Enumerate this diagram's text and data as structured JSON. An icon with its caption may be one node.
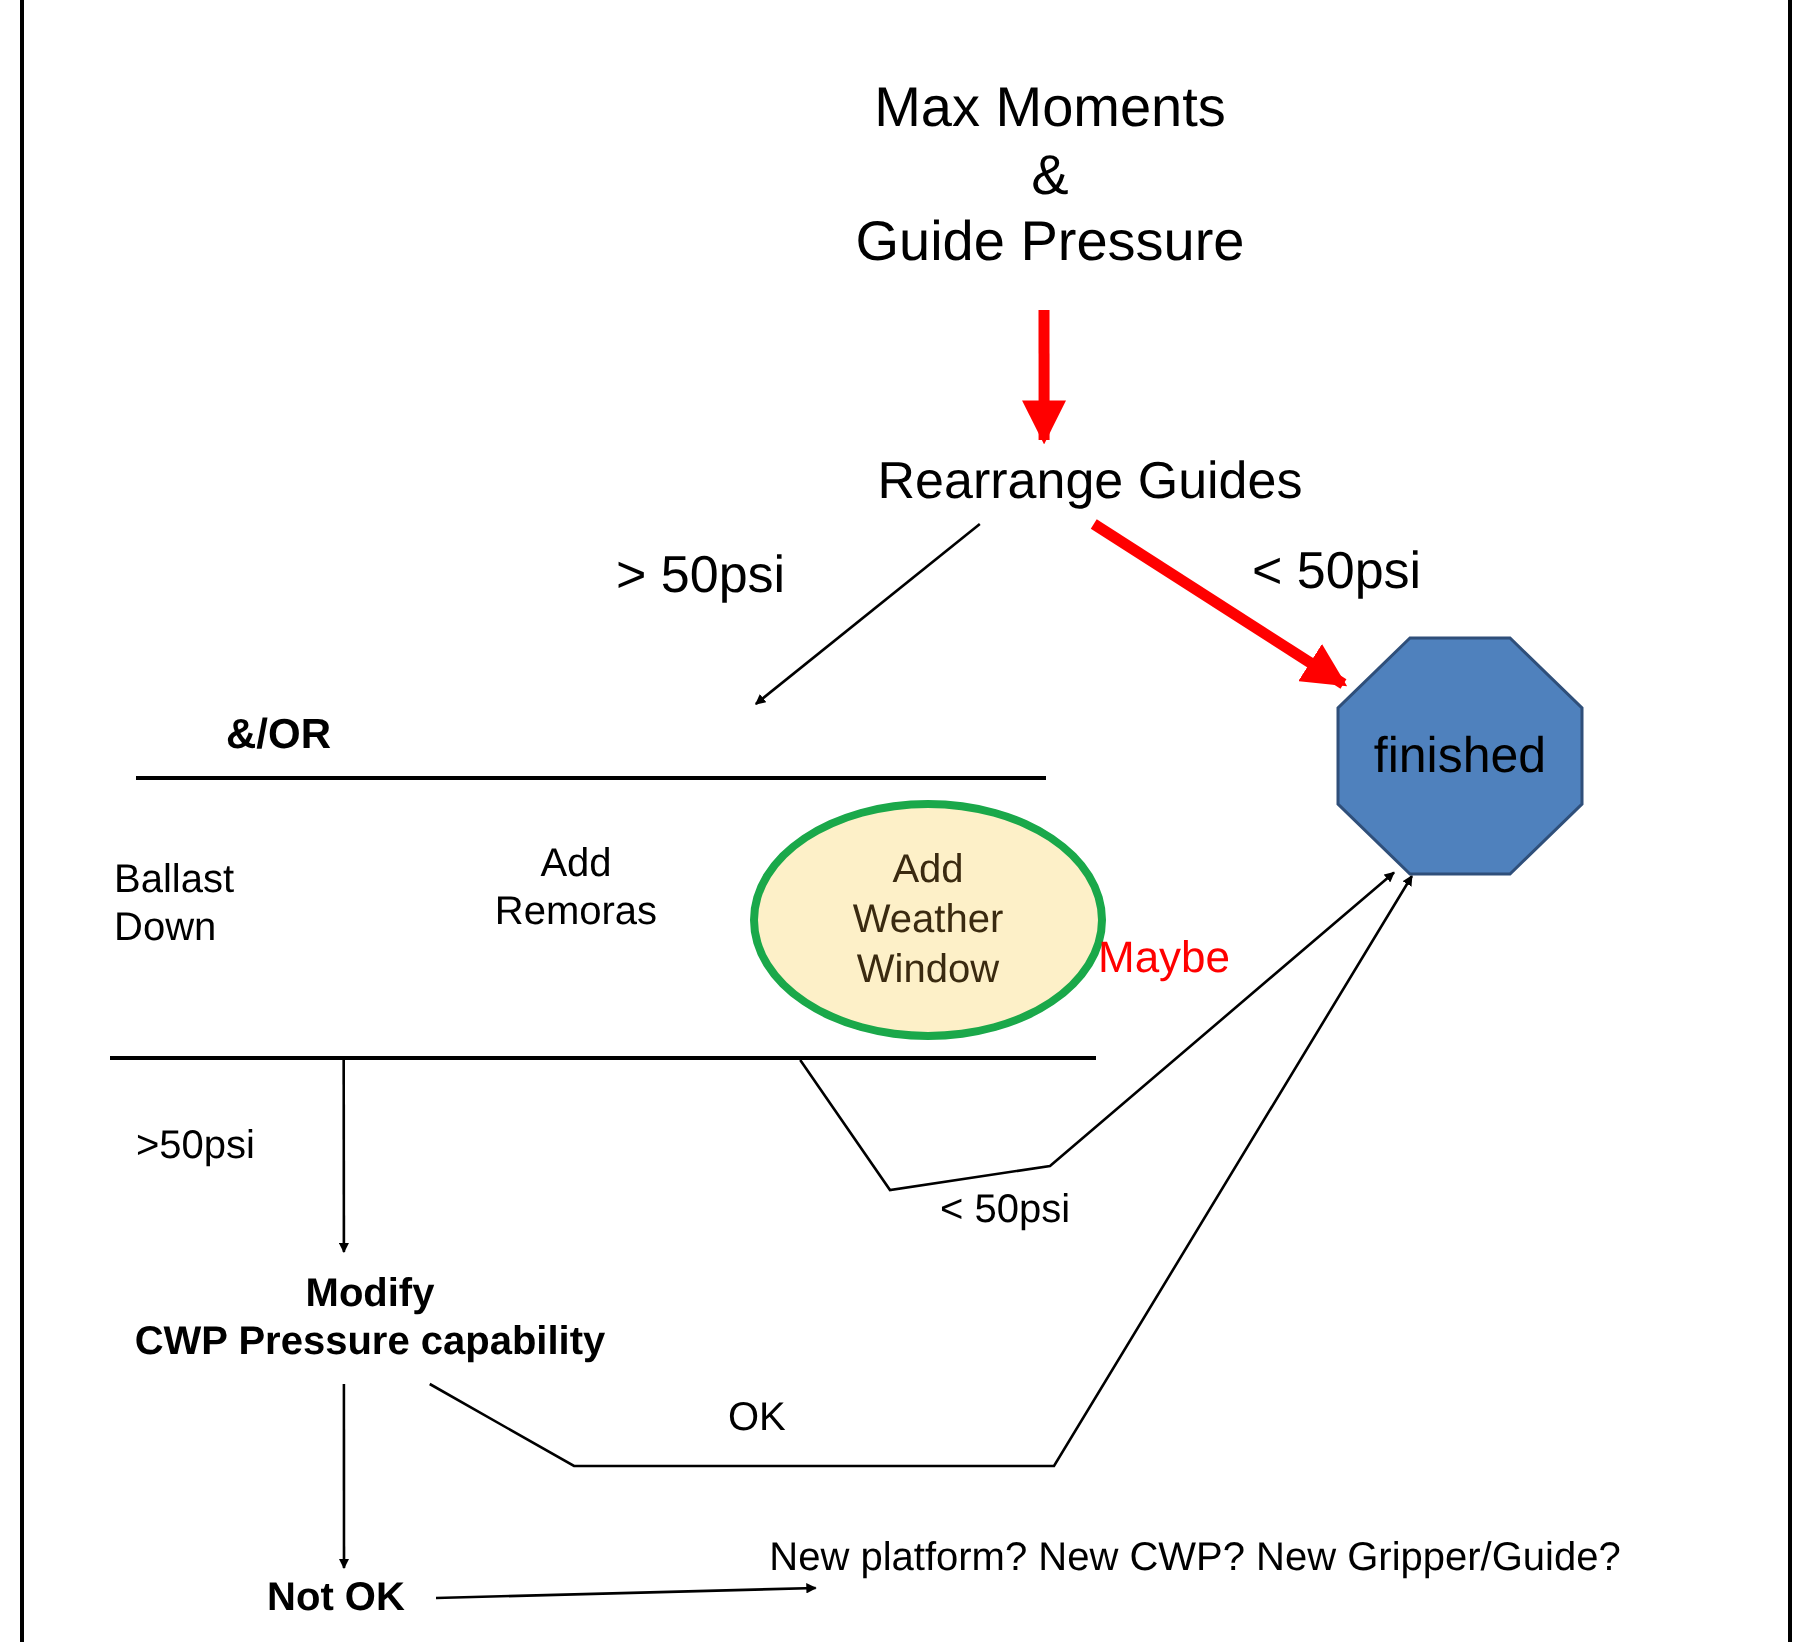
{
  "diagram": {
    "nodes": [
      {
        "text": [
          "Max Moments",
          "&",
          "Guide Pressure"
        ]
      },
      {
        "text": [
          "Rearrange Guides"
        ]
      },
      {
        "text": [
          "&/OR"
        ]
      },
      {
        "text": [
          "Ballast Down"
        ],
        "in": 2
      },
      {
        "text": [
          "Add Remoras"
        ],
        "in": 2
      },
      {
        "text": [
          "Add Weather Window"
        ],
        "in": 2,
        "beside": [
          "Maybe"
        ]
      },
      {
        "text": [
          "finished"
        ]
      },
      {
        "text": [
          "Modify",
          "CWP Pressure capability"
        ]
      },
      {
        "text": [
          "Not OK"
        ]
      },
      {
        "text": [
          "New platform? New CWP? New Gripper/Guide?"
        ]
      }
    ],
    "edges": [
      {
        "from": 0,
        "to": 1,
        "arrow": "to",
        "style": "thick",
        "color": "#ff0000"
      },
      {
        "from": 1,
        "to": 2,
        "arrow": "to",
        "label": "> 50psi"
      },
      {
        "from": 1,
        "to": 6,
        "arrow": "to",
        "style": "thick",
        "color": "#ff0000",
        "label": "< 50psi"
      },
      {
        "from": 2,
        "to": 6,
        "arrow": "to",
        "label": "< 50psi"
      },
      {
        "from": 2,
        "to": 7,
        "arrow": "to",
        "label": ">50psi"
      },
      {
        "from": 7,
        "to": 6,
        "arrow": "to",
        "label": "OK"
      },
      {
        "from": 7,
        "to": 8,
        "arrow": "to"
      },
      {
        "from": 8,
        "to": 9,
        "arrow": "to"
      }
    ]
  }
}
